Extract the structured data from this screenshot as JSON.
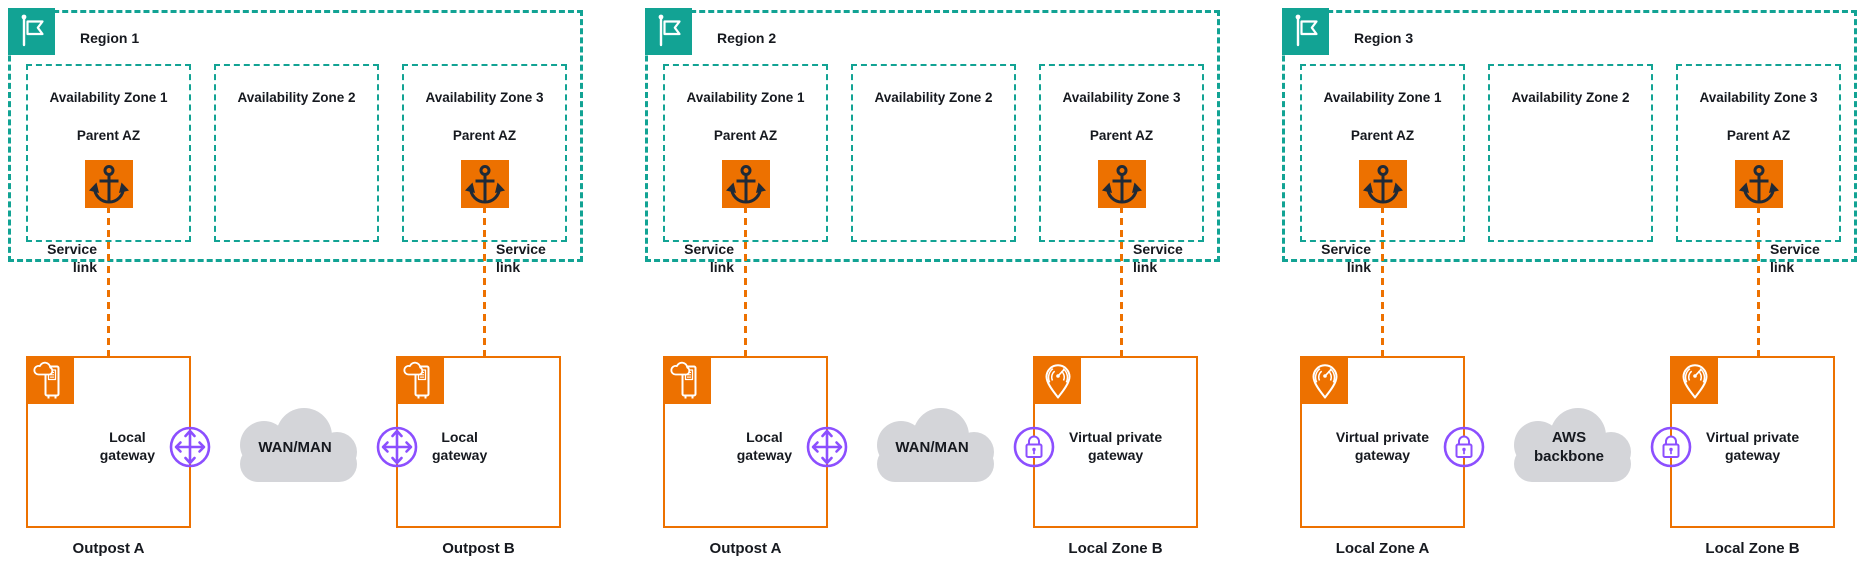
{
  "colors": {
    "region_teal": "#12A394",
    "outpost_orange": "#ED7100",
    "gateway_purple": "#8C4FFF",
    "cloud_gray": "#D4D5D9",
    "text": "#16191F",
    "anchor_glyph_navy": "#1F2A37"
  },
  "regions": [
    {
      "title": "Region 1",
      "flag_icon": "region-flag-icon",
      "azs": [
        {
          "label": "Availability Zone 1",
          "parent_label": "Parent AZ",
          "icon": "anchor-icon"
        },
        {
          "label": "Availability Zone 2"
        },
        {
          "label": "Availability Zone 3",
          "parent_label": "Parent AZ",
          "icon": "anchor-icon"
        }
      ],
      "service_link_a": {
        "line1": "Service",
        "line2": "link"
      },
      "service_link_b": {
        "line1": "Service",
        "line2": "link"
      },
      "node_a": {
        "corner_icon": "outposts-icon",
        "gateway_icon": "local-gateway-icon",
        "gateway_line1": "Local",
        "gateway_line2": "gateway",
        "caption": "Outpost A"
      },
      "node_b": {
        "corner_icon": "outposts-icon",
        "gateway_icon": "local-gateway-icon",
        "gateway_line1": "Local",
        "gateway_line2": "gateway",
        "caption": "Outpost B"
      },
      "cloud": {
        "icon": "cloud-shape",
        "line1": "WAN/MAN",
        "line2": ""
      }
    },
    {
      "title": "Region 2",
      "flag_icon": "region-flag-icon",
      "azs": [
        {
          "label": "Availability Zone 1",
          "parent_label": "Parent AZ",
          "icon": "anchor-icon"
        },
        {
          "label": "Availability Zone 2"
        },
        {
          "label": "Availability Zone 3",
          "parent_label": "Parent AZ",
          "icon": "anchor-icon"
        }
      ],
      "service_link_a": {
        "line1": "Service",
        "line2": "link"
      },
      "service_link_b": {
        "line1": "Service",
        "line2": "link"
      },
      "node_a": {
        "corner_icon": "outposts-icon",
        "gateway_icon": "local-gateway-icon",
        "gateway_line1": "Local",
        "gateway_line2": "gateway",
        "caption": "Outpost A"
      },
      "node_b": {
        "corner_icon": "local-zones-icon",
        "gateway_icon": "virtual-private-gateway-icon",
        "gateway_line1": "Virtual private",
        "gateway_line2": "gateway",
        "caption": "Local Zone B"
      },
      "cloud": {
        "icon": "cloud-shape",
        "line1": "WAN/MAN",
        "line2": ""
      }
    },
    {
      "title": "Region 3",
      "flag_icon": "region-flag-icon",
      "azs": [
        {
          "label": "Availability Zone 1",
          "parent_label": "Parent AZ",
          "icon": "anchor-icon"
        },
        {
          "label": "Availability Zone 2"
        },
        {
          "label": "Availability Zone 3",
          "parent_label": "Parent AZ",
          "icon": "anchor-icon"
        }
      ],
      "service_link_a": {
        "line1": "Service",
        "line2": "link"
      },
      "service_link_b": {
        "line1": "Service",
        "line2": "link"
      },
      "node_a": {
        "corner_icon": "local-zones-icon",
        "gateway_icon": "virtual-private-gateway-icon",
        "gateway_line1": "Virtual private",
        "gateway_line2": "gateway",
        "caption": "Local Zone A"
      },
      "node_b": {
        "corner_icon": "local-zones-icon",
        "gateway_icon": "virtual-private-gateway-icon",
        "gateway_line1": "Virtual private",
        "gateway_line2": "gateway",
        "caption": "Local Zone B"
      },
      "cloud": {
        "icon": "cloud-shape",
        "line1": "AWS",
        "line2": "backbone"
      }
    }
  ]
}
